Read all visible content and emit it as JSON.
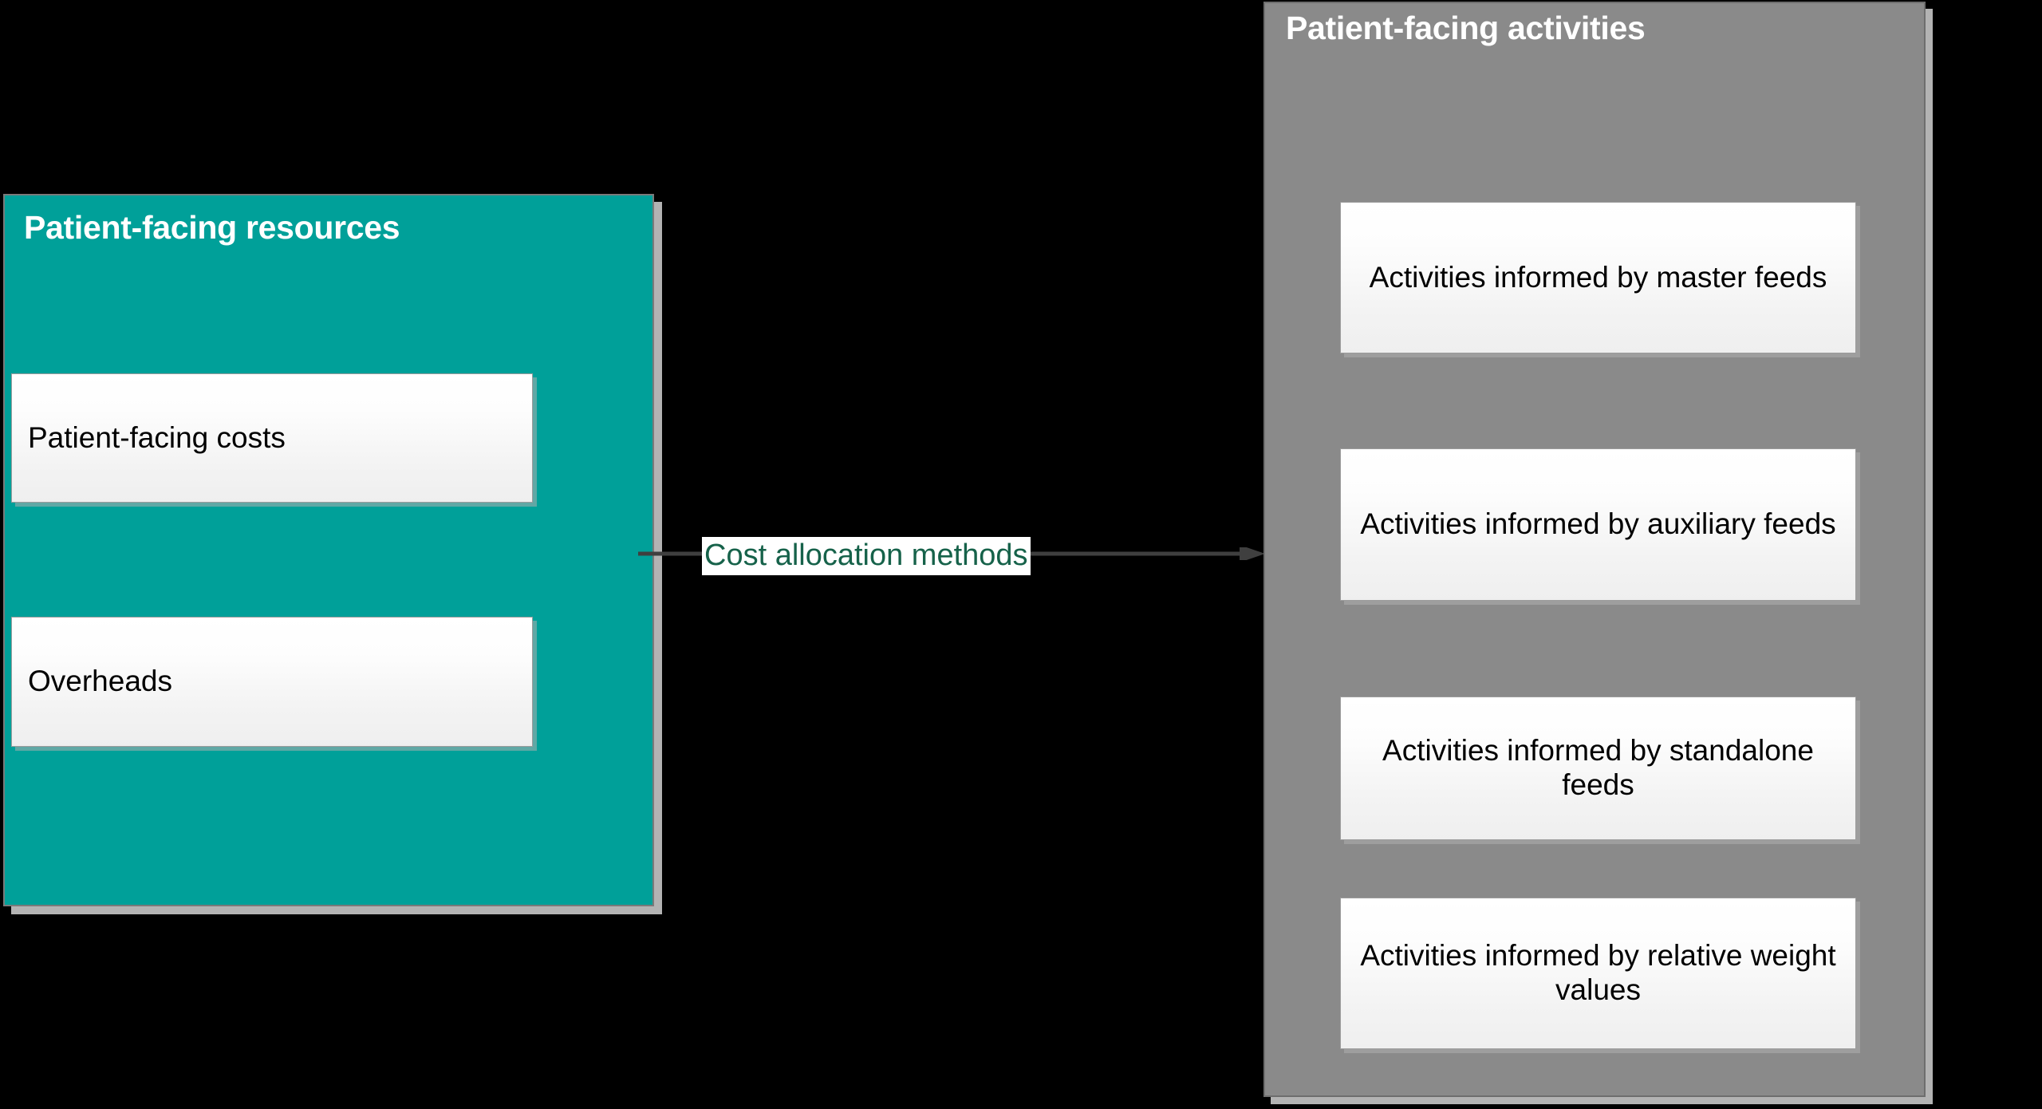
{
  "diagram": {
    "title_text_left": "Patient-facing resources",
    "title_text_right": "Patient-facing activities",
    "colors": {
      "left_panel": "#00A099",
      "right_panel": "#8A8A8A",
      "arrow": "#3F3F3F",
      "connector_label_text": "#16624A",
      "item_box": "#F5F5F5",
      "panel_title_text": "#FFFFFF",
      "background": "#000000"
    }
  },
  "left_panel": {
    "title": "Patient-facing resources",
    "items": [
      {
        "label": "Patient-facing costs"
      },
      {
        "label": "Overheads"
      }
    ]
  },
  "connector": {
    "label": "Cost allocation methods",
    "direction": "left-to-right",
    "head": "arrow"
  },
  "right_panel": {
    "title": "Patient-facing activities",
    "items": [
      {
        "label": "Activities informed by master feeds"
      },
      {
        "label": "Activities informed by auxiliary feeds"
      },
      {
        "label": "Activities informed by standalone feeds"
      },
      {
        "label": "Activities informed by relative weight values"
      }
    ]
  }
}
